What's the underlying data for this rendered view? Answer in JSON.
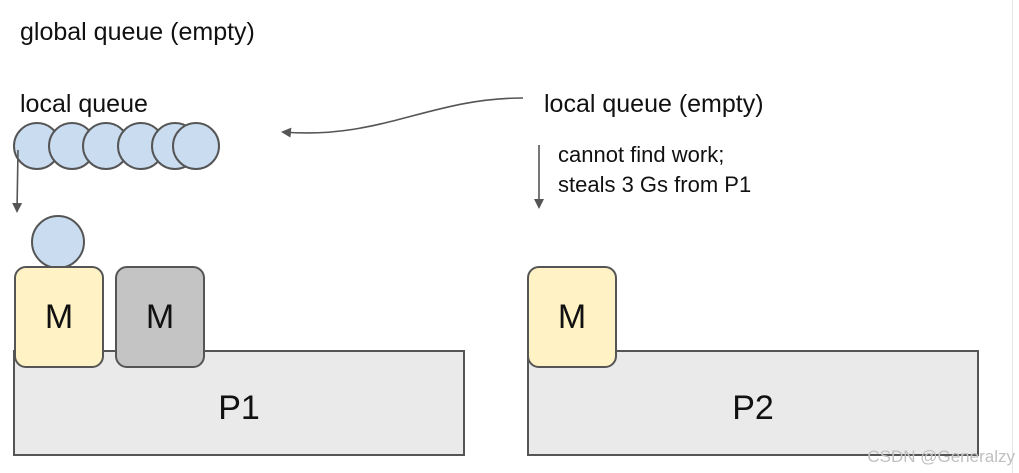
{
  "labels": {
    "global_queue": "global queue (empty)",
    "local_queue_p1": "local queue",
    "local_queue_p2": "local queue (empty)",
    "steal_note_line1": "cannot find work;",
    "steal_note_line2": "steals 3 Gs from P1"
  },
  "processors": [
    {
      "label": "P1"
    },
    {
      "label": "P2"
    }
  ],
  "machines": [
    {
      "label": "M",
      "state": "running"
    },
    {
      "label": "M",
      "state": "idle"
    },
    {
      "label": "M",
      "state": "running"
    }
  ],
  "goroutines": {
    "p1_local_queue_count": 6,
    "running_on_p1": 1
  },
  "colors": {
    "goroutine_fill": "#c9dcf0",
    "machine_active_fill": "#fff2c4",
    "machine_idle_fill": "#c4c4c4",
    "processor_fill": "#eaeaea",
    "outline": "#555555"
  },
  "watermark": "CSDN @Generalzy"
}
